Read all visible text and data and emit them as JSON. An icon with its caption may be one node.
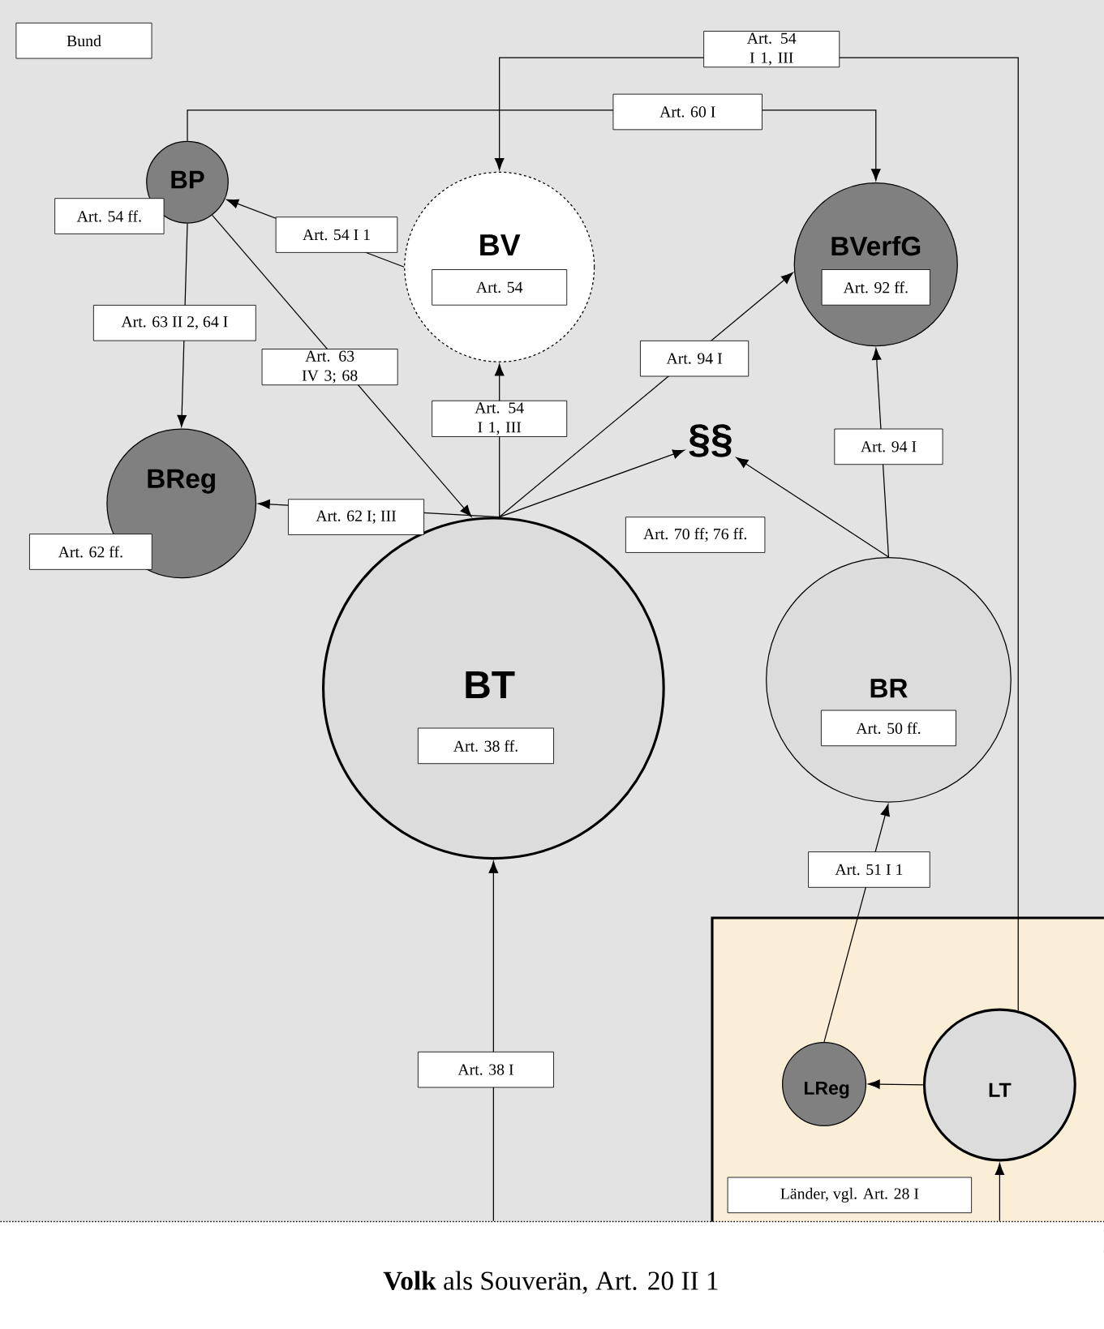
{
  "diagram": {
    "nodes": [
      {
        "text": [
          "Bund"
        ]
      },
      {
        "text": [
          "BP",
          "Art. 54 ff."
        ],
        "in": 0
      },
      {
        "text": [
          "BV",
          "Art. 54"
        ],
        "in": 0
      },
      {
        "text": [
          "BVerfG",
          "Art. 92 ff."
        ],
        "in": 0
      },
      {
        "text": [
          "BReg",
          "Art. 62 ff."
        ],
        "in": 0
      },
      {
        "text": [
          "§§"
        ],
        "in": 0
      },
      {
        "text": [
          "BT",
          "Art. 38 ff."
        ],
        "in": 0
      },
      {
        "text": [
          "BR",
          "Art. 50 ff."
        ],
        "in": 0
      },
      {
        "text": [
          "Länder, vgl. Art. 28 I"
        ],
        "in": 0
      },
      {
        "text": [
          "LReg"
        ],
        "in": 8
      },
      {
        "text": [
          "LT"
        ],
        "in": 8
      },
      {
        "text": [
          "**Volk** als Souverän, Art. 20 II 1"
        ]
      }
    ],
    "edges": [
      {
        "from": 1,
        "to": 3,
        "arrow": "to",
        "label": "Art. 60 I"
      },
      {
        "from": 10,
        "to": 2,
        "arrow": "to",
        "label": "Art. 54 I 1, III"
      },
      {
        "from": 2,
        "to": 1,
        "arrow": "to",
        "label": "Art. 54 I 1"
      },
      {
        "from": 1,
        "to": 4,
        "arrow": "to",
        "label": "Art. 63 II 2, 64 I"
      },
      {
        "from": 1,
        "to": 6,
        "arrow": "to",
        "label": "Art. 63 IV 3; 68"
      },
      {
        "from": 6,
        "to": 2,
        "arrow": "to",
        "label": "Art. 54 I 1, III"
      },
      {
        "from": 6,
        "to": 3,
        "arrow": "to",
        "label": "Art. 94 I"
      },
      {
        "from": 6,
        "to": 5,
        "arrow": "to"
      },
      {
        "from": 6,
        "to": 4,
        "arrow": "to",
        "label": "Art. 62 I; III"
      },
      {
        "from": 7,
        "to": 5,
        "arrow": "to"
      },
      {
        "from": 7,
        "to": 3,
        "arrow": "to",
        "label": "Art. 94 I"
      },
      {
        "from": 9,
        "to": 7,
        "arrow": "to",
        "label": "Art. 51 I 1"
      },
      {
        "from": 10,
        "to": 9,
        "arrow": "to"
      },
      {
        "from": 11,
        "to": 6,
        "arrow": "to",
        "label": "Art. 38 I"
      },
      {
        "from": 11,
        "to": 10,
        "arrow": "to"
      }
    ],
    "labels": [
      "Art. 70 ff; 76 ff."
    ]
  }
}
